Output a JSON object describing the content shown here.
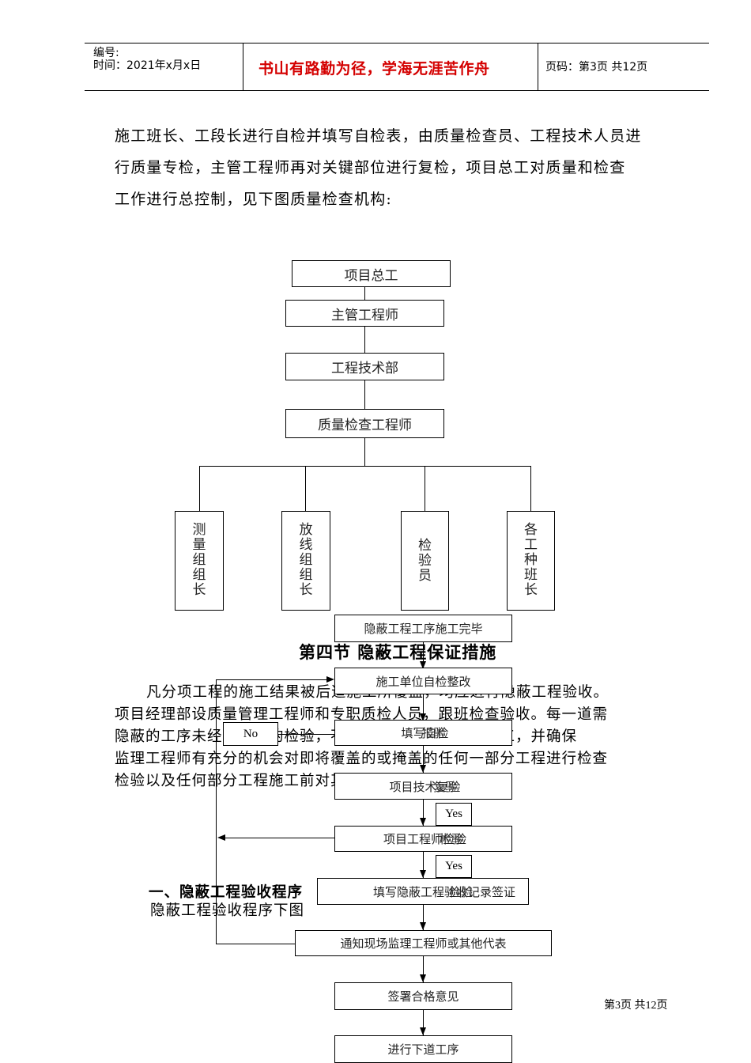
{
  "header": {
    "serial_label": "编号:",
    "time_label": "时间：2021年x月x日",
    "motto": "书山有路勤为径，学海无涯苦作舟",
    "page_info": "页码：第3页 共12页"
  },
  "intro_lines": [
    "施工班长、工段长进行自检并填写自检表，由质量检查员、工程技术人员进",
    "行质量专检，主管工程师再对关键部位进行复检，项目总工对质量和检查",
    "工作进行总控制，见下图质量检查机构:"
  ],
  "org_chart": {
    "levels": [
      "项目总工",
      "主管工程师",
      "工程技术部",
      "质量检查工程师"
    ],
    "teams": [
      "测量组组长",
      "放线组组长",
      "检验员",
      "各工种班长"
    ]
  },
  "section": {
    "title": "第四节  隐蔽工程保证措施",
    "paragraph_lines": [
      "凡分项工程的施工结果被后道施工所覆盖，均应进行隐蔽工程验收。",
      "项目经理部设质量管理工程师和专职质检人员，跟班检查验收。每一道需",
      "隐蔽的工序未经工程师的检验，不得进行下一道工序的施工，并确保",
      "监理工程师有充分的机会对即将覆盖的或掩盖的任何一部分工程进行检查",
      "检验以及任何部分工程施工前对其基础进行检查。"
    ],
    "subsection_title": "一、隐蔽工程验收程序",
    "subsection_text": "隐蔽工程验收程序下图"
  },
  "flow_chart": {
    "steps": [
      "隐蔽工程工序施工完毕",
      "施工单位自检整改",
      "填写自检",
      "项目技术复验",
      "项目工程师检验",
      "填写隐蔽工程验收记录签证",
      "通知现场监理工程师或其他代表",
      "签署合格意见",
      "进行下道工序"
    ],
    "overlay_labels": [
      "报验",
      "复验",
      "检验",
      "检验"
    ],
    "no_label": "No",
    "yes_labels": [
      "Yes",
      "Yes"
    ]
  },
  "footer": {
    "page_info": "第3页 共12页"
  }
}
